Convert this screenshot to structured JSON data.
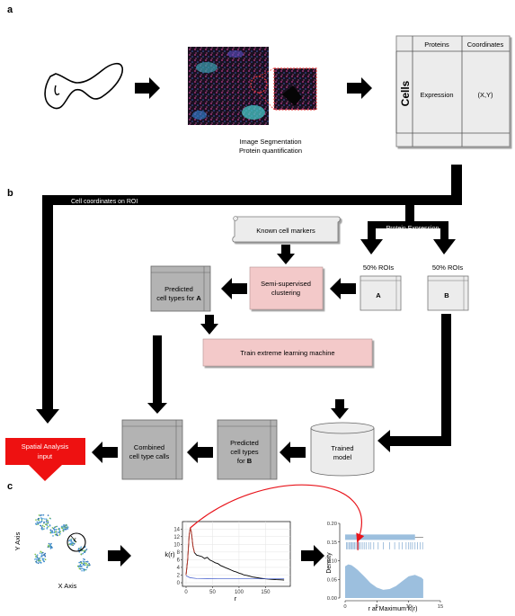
{
  "panels": {
    "a": "a",
    "b": "b",
    "c": "c"
  },
  "panel_a": {
    "caption_line1": "Image Segmentation",
    "caption_line2": "Protein quantification",
    "table": {
      "col_proteins": "Proteins",
      "col_coordinates": "Coordinates",
      "row_label": "Cells",
      "cell_expression": "Expression",
      "cell_coords": "(X,Y)"
    }
  },
  "panel_b": {
    "line_label": "Cell coordinates on ROI",
    "protein_expression": "Protein Expression",
    "known_markers": "Known cell markers",
    "semi_supervised_l1": "Semi-supervised",
    "semi_supervised_l2": "clustering",
    "predicted_a_l1": "Predicted",
    "predicted_a_l2": "cell types for ",
    "predicted_a_bold": "A",
    "roi_a_label": "50% ROIs",
    "roi_a_letter": "A",
    "roi_b_label": "50% ROIs",
    "roi_b_letter": "B",
    "train_elm": "Train extreme learning machine",
    "trained_l1": "Trained",
    "trained_l2": "model",
    "predicted_b_l1": "Predicted",
    "predicted_b_l2": "cell types",
    "predicted_b_l3": "for ",
    "predicted_b_bold": "B",
    "combined_l1": "Combined",
    "combined_l2": "cell type calls",
    "spatial_l1": "Spatial Analysis",
    "spatial_l2": "input"
  },
  "panel_c": {
    "scatter": {
      "ylabel": "Y Axis",
      "xlabel": "X Axis"
    },
    "colors": {
      "accent_red": "#e8141b",
      "pink_box": "#f3c9c9",
      "gray_box": "#b3b3b3",
      "spatial_red": "#ee1111",
      "density_blue": "#9cbfde"
    }
  },
  "chart_data": [
    {
      "type": "line",
      "ylabel": "k(r)",
      "xlabel": "r",
      "xlim": [
        0,
        190
      ],
      "ylim": [
        0,
        15
      ],
      "xticks": [
        "0",
        "50",
        "100",
        "150"
      ],
      "yticks": [
        "0",
        "2",
        "4",
        "6",
        "8",
        "10",
        "12",
        "14"
      ],
      "series": [
        {
          "x": [
            0,
            3,
            6,
            8,
            10,
            13,
            16,
            20,
            25,
            30,
            35,
            40,
            45,
            50,
            55,
            60,
            65,
            70,
            75,
            80,
            85,
            90,
            95,
            100,
            105,
            110,
            115,
            120,
            125,
            130,
            140,
            150,
            160,
            170,
            180,
            185
          ],
          "y": [
            2.0,
            6.0,
            12.5,
            14.3,
            13.2,
            9.5,
            7.8,
            7.2,
            7.0,
            6.8,
            6.3,
            6.6,
            5.9,
            5.6,
            5.2,
            5.0,
            4.5,
            4.2,
            3.9,
            3.6,
            3.3,
            3.0,
            2.8,
            2.5,
            2.3,
            2.0,
            1.9,
            1.7,
            1.5,
            1.4,
            1.2,
            1.0,
            0.9,
            0.8,
            0.75,
            0.7
          ]
        },
        {
          "x": [
            0,
            8,
            20,
            40,
            60,
            80,
            100,
            120,
            140,
            160,
            185
          ],
          "y": [
            1.8,
            1.3,
            1.1,
            1.05,
            1.0,
            1.0,
            1.0,
            1.0,
            1.0,
            1.0,
            1.0
          ]
        }
      ]
    },
    {
      "type": "area",
      "ylabel": "Density",
      "xlabel": "r at Maximum k(r)",
      "xlim": [
        0,
        15
      ],
      "ylim": [
        0,
        0.2
      ],
      "xticks": [
        "0",
        "5",
        "10",
        "15"
      ],
      "yticks": [
        "0.00",
        "0.05",
        "0.10",
        "0.15",
        "0.20"
      ],
      "density": {
        "x": [
          0,
          0.5,
          1,
          1.5,
          2,
          3,
          4,
          5,
          6,
          7,
          8,
          9,
          10,
          11,
          12,
          12.3
        ],
        "y": [
          0.085,
          0.09,
          0.088,
          0.082,
          0.075,
          0.058,
          0.04,
          0.028,
          0.022,
          0.024,
          0.032,
          0.045,
          0.058,
          0.062,
          0.055,
          0.05
        ]
      },
      "bar_range": [
        0,
        11
      ],
      "rug": [
        0.2,
        0.4,
        0.6,
        0.8,
        1.0,
        1.1,
        1.3,
        1.5,
        1.7,
        1.9,
        2.0,
        2.2,
        2.4,
        2.7,
        3.0,
        3.3,
        3.7,
        4.0,
        4.5,
        5.2,
        6.0,
        7.0,
        7.8,
        8.5,
        9.0,
        9.6,
        10.0,
        10.3,
        10.6,
        11.0,
        11.4,
        11.8,
        12.2
      ],
      "highlight_x": 2.0
    }
  ]
}
